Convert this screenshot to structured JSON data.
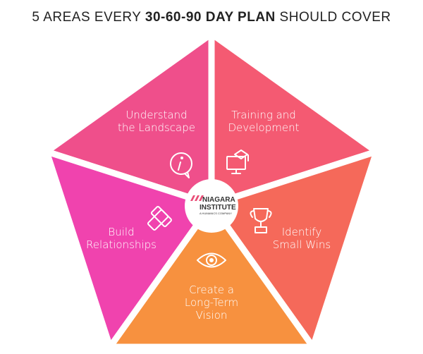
{
  "title": {
    "prefix": "5 AREAS EVERY ",
    "bold": "30-60-90 DAY PLAN",
    "suffix": " SHOULD COVER"
  },
  "segments": [
    {
      "line1": "Understand",
      "line2": "the Landscape",
      "icon": "info-speech-bubble-icon",
      "color": "#ef4f8b"
    },
    {
      "line1": "Training and",
      "line2": "Development",
      "icon": "computer-graduation-cap-icon",
      "color": "#f45a72"
    },
    {
      "line1": "Identify",
      "line2": "Small Wins",
      "icon": "trophy-icon",
      "color": "#f5695a"
    },
    {
      "line1": "Create a",
      "line2": "Long-Term",
      "line3": "Vision",
      "icon": "eye-icon",
      "color": "#f7913f"
    },
    {
      "line1": "Build",
      "line2": "Relationships",
      "icon": "handshake-icon",
      "color": "#f043ae"
    }
  ],
  "logo": {
    "line1": "NIAGARA",
    "line2": "INSTITUTE",
    "tagline": "A HUMANICS COMPANY"
  }
}
